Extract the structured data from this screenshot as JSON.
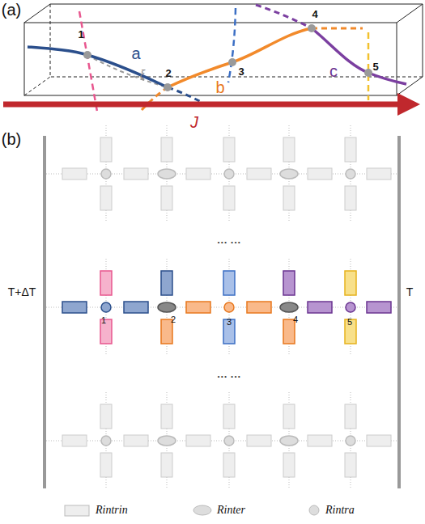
{
  "diagram": {
    "labels": [
      "(a)",
      "1",
      "2",
      "3",
      "4",
      "5",
      "a",
      "ξ",
      "b",
      "c",
      "J",
      "(b)",
      "T+ΔT",
      "T",
      "··· ···",
      "··· ···",
      "1",
      "2",
      "3",
      "4",
      "5"
    ],
    "legend": [
      {
        "text": "Rintrin"
      },
      {
        "text": "Rinter"
      },
      {
        "text": "Rintra"
      }
    ]
  }
}
